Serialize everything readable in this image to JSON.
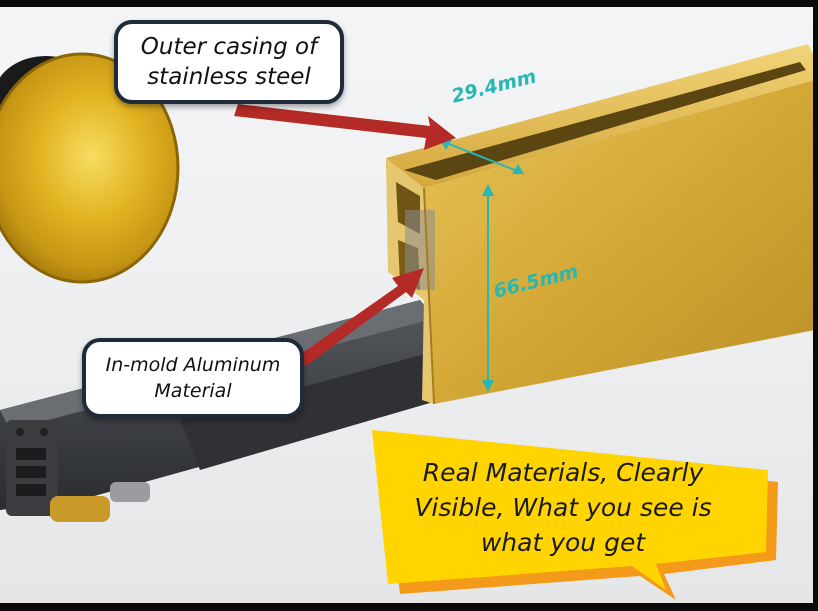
{
  "labels": {
    "outer_casing": "Outer casing of stainless steel",
    "outer_casing_line1": "Outer casing of",
    "outer_casing_line2": "stainless steel",
    "aluminum_line1": "In-mold Aluminum",
    "aluminum_line2": "Material",
    "callout_line1": "Real Materials, Clearly",
    "callout_line2": "Visible, What you see is",
    "callout_line3": "what you get"
  },
  "dimensions": {
    "width": "29.4mm",
    "height": "66.5mm"
  },
  "colors": {
    "gold": "#d7ae3a",
    "dark_profile": "#3c3e42",
    "dimension": "#27b7b4",
    "arrow": "#b32a26",
    "callout_fill": "#ffd400",
    "callout_shadow": "#f39a1a",
    "bubble_border": "#1f2b3a"
  }
}
